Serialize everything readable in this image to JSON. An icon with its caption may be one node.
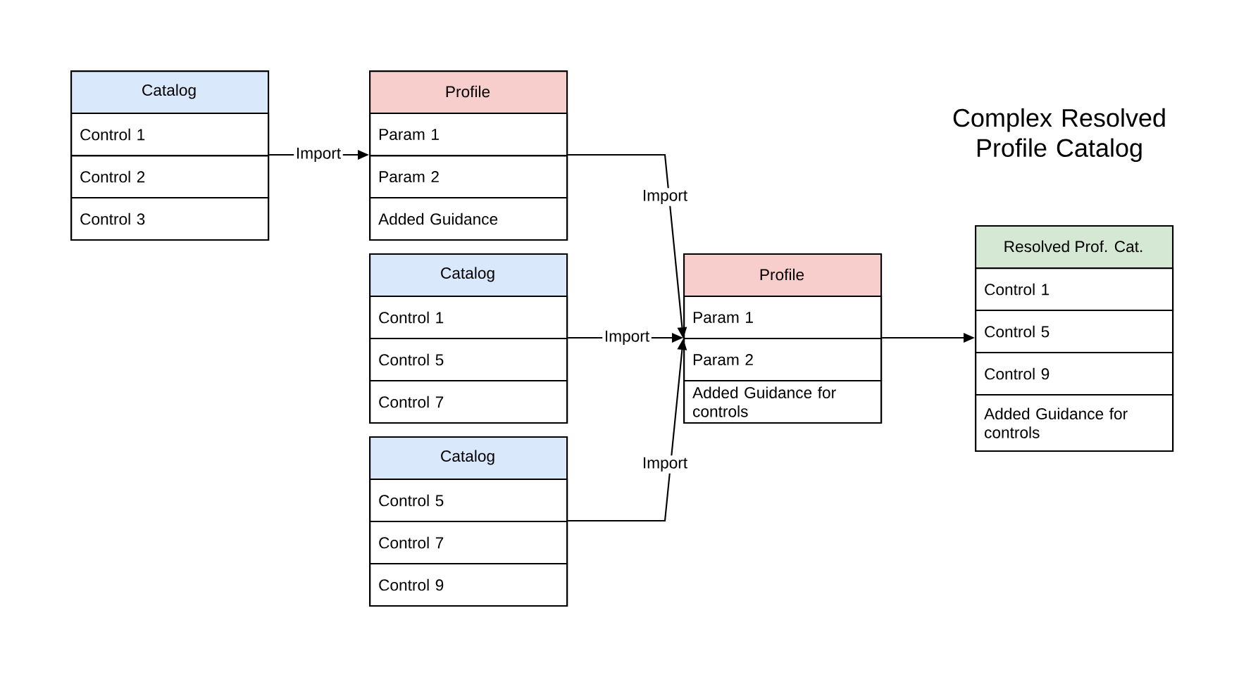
{
  "diagram": {
    "title": "Complex Resolved Profile Catalog",
    "nodes": [
      {
        "text": [
          "Catalog"
        ]
      },
      {
        "text": [
          "Control 1"
        ],
        "in": 0
      },
      {
        "text": [
          "Control 2"
        ],
        "in": 0
      },
      {
        "text": [
          "Control 3"
        ],
        "in": 0
      },
      {
        "text": [
          "Profile"
        ]
      },
      {
        "text": [
          "Param 1"
        ],
        "in": 4
      },
      {
        "text": [
          "Param 2"
        ],
        "in": 4
      },
      {
        "text": [
          "Added Guidance"
        ],
        "in": 4
      },
      {
        "text": [
          "Catalog"
        ]
      },
      {
        "text": [
          "Control 1"
        ],
        "in": 8
      },
      {
        "text": [
          "Control 5"
        ],
        "in": 8
      },
      {
        "text": [
          "Control 7"
        ],
        "in": 8
      },
      {
        "text": [
          "Catalog"
        ]
      },
      {
        "text": [
          "Control 5"
        ],
        "in": 12
      },
      {
        "text": [
          "Control 7"
        ],
        "in": 12
      },
      {
        "text": [
          "Control 9"
        ],
        "in": 12
      },
      {
        "text": [
          "Profile"
        ]
      },
      {
        "text": [
          "Param 1"
        ],
        "in": 16
      },
      {
        "text": [
          "Param 2"
        ],
        "in": 16
      },
      {
        "text": [
          "Added Guidance for controls"
        ],
        "in": 16
      },
      {
        "text": [
          "Resolved Prof. Cat."
        ]
      },
      {
        "text": [
          "Control 1"
        ],
        "in": 20
      },
      {
        "text": [
          "Control 5"
        ],
        "in": 20
      },
      {
        "text": [
          "Control 9"
        ],
        "in": 20
      },
      {
        "text": [
          "Added Guidance for controls"
        ],
        "in": 20
      }
    ],
    "edges": [
      {
        "from": 0,
        "to": 4,
        "arrow": "to",
        "label": "Import"
      },
      {
        "from": 4,
        "to": 16,
        "arrow": "to",
        "label": "Import"
      },
      {
        "from": 8,
        "to": 16,
        "arrow": "to",
        "label": "Import"
      },
      {
        "from": 12,
        "to": 16,
        "arrow": "to",
        "label": "Import"
      },
      {
        "from": 16,
        "to": 20,
        "arrow": "to"
      }
    ]
  }
}
